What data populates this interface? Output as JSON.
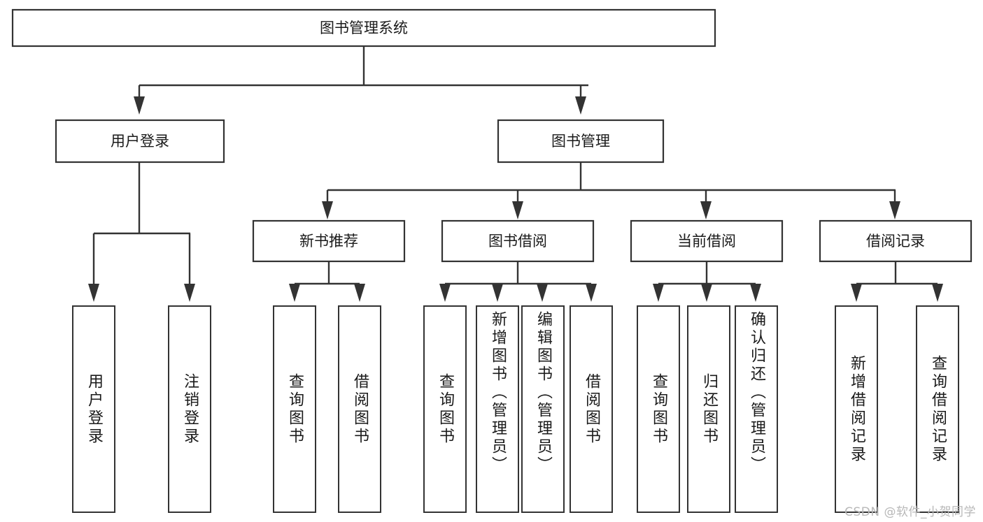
{
  "diagram": {
    "type": "tree-hierarchy",
    "title": "图书管理系统",
    "watermark": "CSDN @软件_小贺同学",
    "colors": {
      "box_stroke": "#333333",
      "box_fill": "#ffffff",
      "line": "#333333",
      "text": "#1a1a1a",
      "watermark": "#b8b8b8",
      "background": "#ffffff"
    },
    "level1": [
      {
        "label": "用户登录"
      },
      {
        "label": "图书管理"
      }
    ],
    "level2": [
      {
        "label": "新书推荐"
      },
      {
        "label": "图书借阅"
      },
      {
        "label": "当前借阅"
      },
      {
        "label": "借阅记录"
      }
    ],
    "leaves": {
      "user_login": [
        {
          "label": "用户登录"
        },
        {
          "label": "注销登录"
        }
      ],
      "new_book": [
        {
          "label": "查询图书"
        },
        {
          "label": "借阅图书"
        }
      ],
      "book_borrow": [
        {
          "label": "查询图书"
        },
        {
          "label": "新增图书（管理员）"
        },
        {
          "label": "编辑图书（管理员）"
        },
        {
          "label": "借阅图书"
        }
      ],
      "current_borrow": [
        {
          "label": "查询图书"
        },
        {
          "label": "归还图书"
        },
        {
          "label": "确认归还（管理员）"
        }
      ],
      "borrow_record": [
        {
          "label": "新增借阅记录"
        },
        {
          "label": "查询借阅记录"
        }
      ]
    }
  }
}
